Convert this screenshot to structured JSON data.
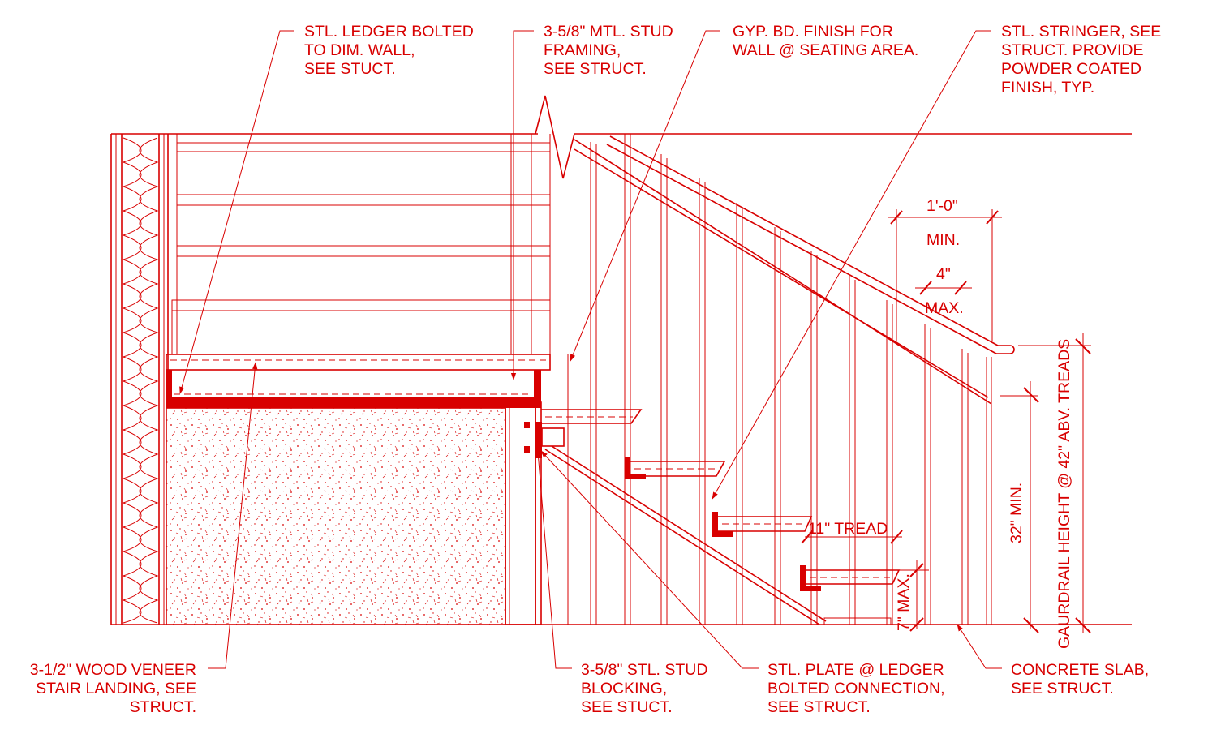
{
  "colors": {
    "ink": "#d80000",
    "background": "#ffffff"
  },
  "callouts": {
    "ledger": [
      "STL. LEDGER BOLTED",
      "TO DIM. WALL,",
      "SEE STUCT."
    ],
    "stud_framing": [
      "3-5/8\" MTL. STUD",
      "FRAMING,",
      "SEE STRUCT."
    ],
    "gyp_bd": [
      "GYP. BD. FINISH FOR",
      "WALL @ SEATING AREA."
    ],
    "stringer": [
      "STL. STRINGER, SEE",
      "STRUCT. PROVIDE",
      "POWDER COATED",
      "FINISH, TYP."
    ],
    "wood_veneer": [
      "3-1/2\" WOOD VENEER",
      "STAIR LANDING, SEE",
      "STRUCT."
    ],
    "stud_blocking": [
      "3-5/8\" STL. STUD",
      "BLOCKING,",
      "SEE STUCT."
    ],
    "stl_plate": [
      "STL. PLATE @ LEDGER",
      "BOLTED CONNECTION,",
      "SEE STRUCT."
    ],
    "slab": [
      "CONCRETE SLAB,",
      "SEE STRUCT."
    ]
  },
  "dimensions": {
    "handrail_extension": "1'-0\"",
    "handrail_extension_qualifier": "MIN.",
    "baluster_gap": "4\"",
    "baluster_gap_qualifier": "MAX.",
    "tread": "11\" TREAD",
    "riser": "7\" MAX.",
    "handrail_height": "32\" MIN.",
    "guardrail_height": "GAURDRAIL HEIGHT @ 42\" ABV. TREADS"
  }
}
